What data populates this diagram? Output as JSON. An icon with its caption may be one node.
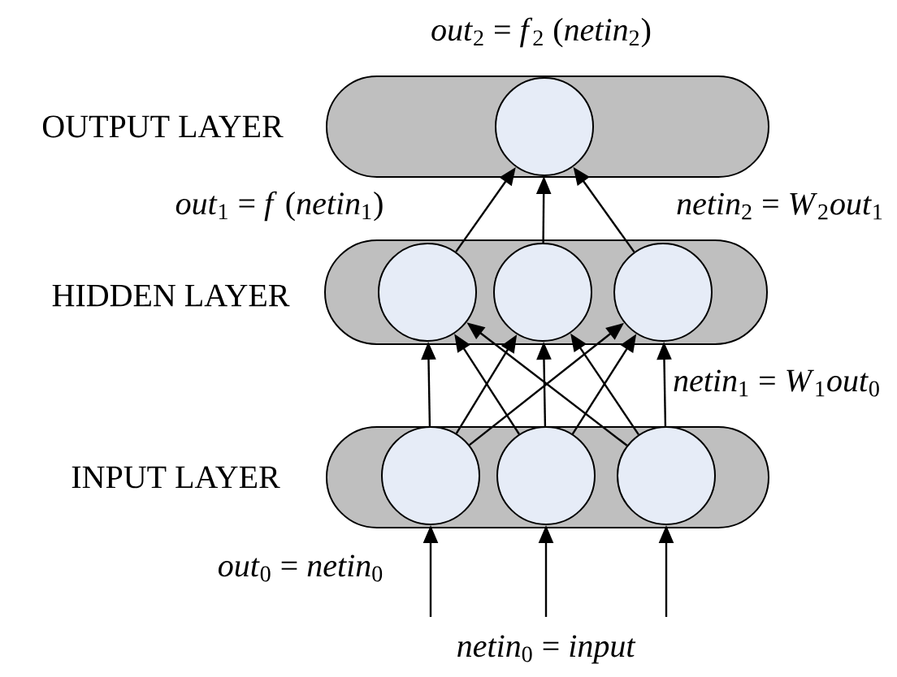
{
  "diagram": {
    "nodes": [
      {
        "text": [
          "OUTPUT LAYER"
        ]
      },
      {
        "text": [],
        "shape": "circle",
        "in": 0
      },
      {
        "text": [
          "HIDDEN LAYER"
        ]
      },
      {
        "text": [],
        "shape": "circle",
        "in": 2
      },
      {
        "text": [],
        "shape": "circle",
        "in": 2
      },
      {
        "text": [],
        "shape": "circle",
        "in": 2
      },
      {
        "text": [
          "INPUT LAYER"
        ]
      },
      {
        "text": [],
        "shape": "circle",
        "in": 6
      },
      {
        "text": [],
        "shape": "circle",
        "in": 6
      },
      {
        "text": [],
        "shape": "circle",
        "in": 6
      }
    ],
    "edges": [
      {
        "from": 7,
        "to": 3,
        "arrow": "to"
      },
      {
        "from": 7,
        "to": 4,
        "arrow": "to"
      },
      {
        "from": 7,
        "to": 5,
        "arrow": "to"
      },
      {
        "from": 8,
        "to": 3,
        "arrow": "to"
      },
      {
        "from": 8,
        "to": 4,
        "arrow": "to"
      },
      {
        "from": 8,
        "to": 5,
        "arrow": "to"
      },
      {
        "from": 9,
        "to": 3,
        "arrow": "to"
      },
      {
        "from": 9,
        "to": 4,
        "arrow": "to"
      },
      {
        "from": 9,
        "to": 5,
        "arrow": "to"
      },
      {
        "from": 3,
        "to": 1,
        "arrow": "to"
      },
      {
        "from": 4,
        "to": 1,
        "arrow": "to"
      },
      {
        "from": 5,
        "to": 1,
        "arrow": "to"
      },
      {
        "from": null,
        "to": 7,
        "arrow": "to"
      },
      {
        "from": null,
        "to": 8,
        "arrow": "to"
      },
      {
        "from": null,
        "to": 9,
        "arrow": "to"
      }
    ],
    "labels": [
      "*out*$_{2}$ = *f*$_{2}$ (*netin*$_{2}$)",
      "*out*$_{1}$ = *f* (*netin*$_{1}$)",
      "*netin*$_{2}$ = *W*$_{2}$*out*$_{1}$",
      "*netin*$_{1}$ = *W*$_{1}$*out*$_{0}$",
      "*out*$_{0}$ = *netin*$_{0}$",
      "*netin*$_{0}$ = *input*"
    ]
  }
}
